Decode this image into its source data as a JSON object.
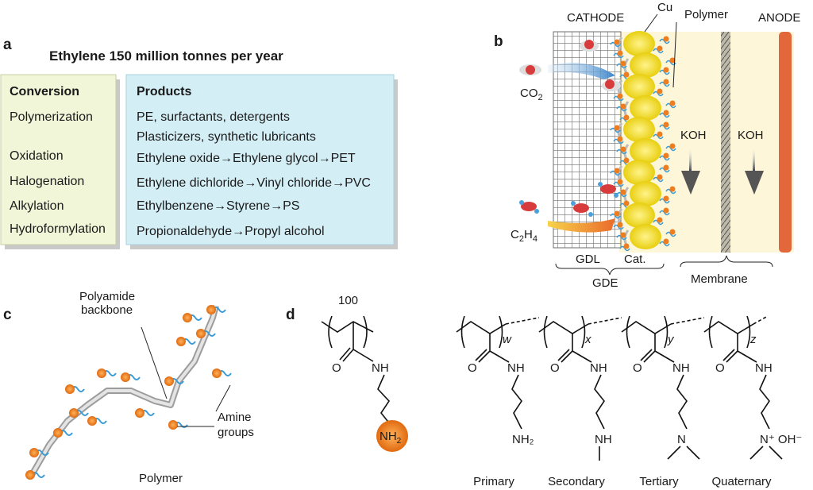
{
  "panel_labels": {
    "a": "a",
    "b": "b",
    "c": "c",
    "d": "d"
  },
  "panel_a": {
    "title": "Ethylene 150 million tonnes per year",
    "conversion": {
      "header": "Conversion",
      "items": [
        "Polymerization",
        "Oxidation",
        "Halogenation",
        "Alkylation",
        "Hydroformylation"
      ]
    },
    "products": {
      "header": "Products",
      "items": [
        "PE, surfactants, detergents",
        "Plasticizers, synthetic lubricants",
        "Ethylene oxide→Ethylene glycol→PET",
        "Ethylene dichloride→Vinyl chloride→PVC",
        "Ethylbenzene→Styrene→PS",
        "Propionaldehyde→Propyl alcohol"
      ]
    },
    "colors": {
      "conversion_bg": "#f1f6d9",
      "products_bg": "#d4eef5"
    }
  },
  "panel_b": {
    "cathode": "CATHODE",
    "cu": "Cu",
    "polymer": "Polymer",
    "anode": "ANODE",
    "co2": "CO",
    "co2_sub": "2",
    "c2h4_c": "C",
    "c2h4_sub1": "2",
    "c2h4_h": "H",
    "c2h4_sub2": "4",
    "koh_left": "KOH",
    "koh_right": "KOH",
    "gdl": "GDL",
    "cat": "Cat.",
    "gde": "GDE",
    "membrane": "Membrane",
    "colors": {
      "electrolyte": "#fdf6d8",
      "anode": "#e2683c",
      "cu": "#f3e12a",
      "amine": "#ee7d1f"
    }
  },
  "panel_c": {
    "backbone_line1": "Polyamide",
    "backbone_line2": "backbone",
    "amine_line1": "Amine",
    "amine_line2": "groups",
    "caption": "Polymer"
  },
  "panel_d": {
    "homopolymer": {
      "repeat": "100",
      "o": "O",
      "nh": "NH",
      "end": "NH",
      "end_sub": "2"
    },
    "copolymer": {
      "units": [
        {
          "suffix": "w",
          "end": "NH₂",
          "label": "Primary"
        },
        {
          "suffix": "x",
          "end": "NH",
          "label": "Secondary"
        },
        {
          "suffix": "y",
          "end": "N",
          "label": "Tertiary"
        },
        {
          "suffix": "z",
          "end": "N⁺ OH⁻",
          "label": "Quaternary"
        }
      ],
      "o": "O",
      "nh": "NH"
    }
  }
}
